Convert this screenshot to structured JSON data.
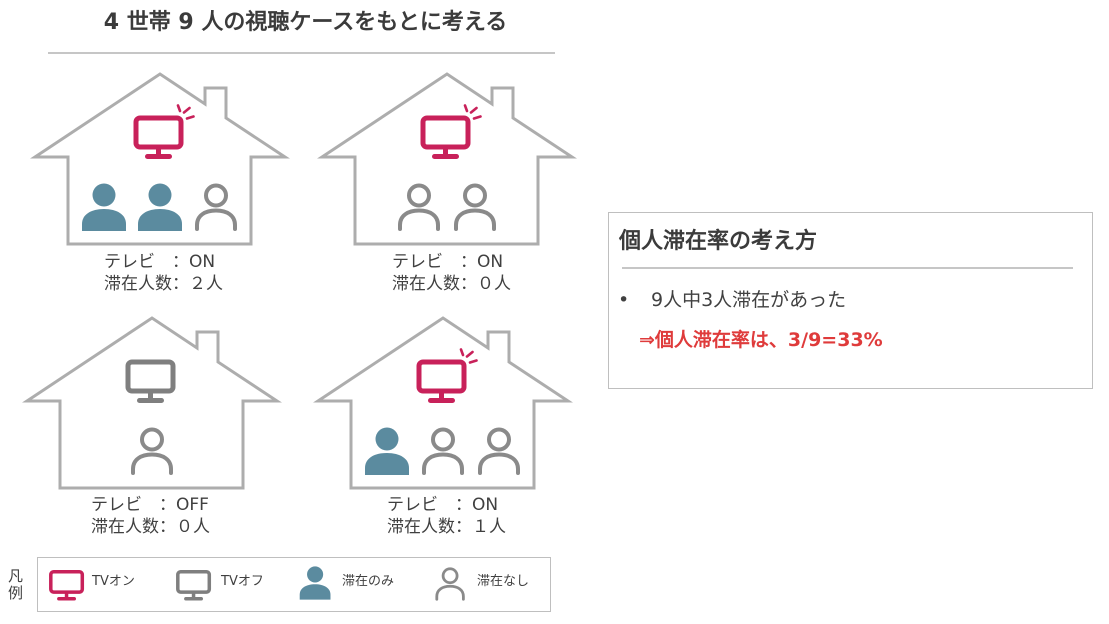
{
  "title": "4 世帯 9 人の視聴ケースをもとに考える",
  "colors": {
    "tv_on": "#c8215a",
    "tv_off": "#7f7f7f",
    "person_present": "#5b8b9f",
    "person_absent": "#8a8a8a",
    "highlight": "#df3b3b"
  },
  "houses": [
    {
      "tv_icon": "tv-on-icon",
      "persons": [
        "person-present-icon",
        "person-present-icon",
        "person-absent-icon"
      ],
      "tv_label": "テレビ　：ON",
      "count_label": "滞在人数：２人"
    },
    {
      "tv_icon": "tv-on-icon",
      "persons": [
        "person-absent-icon",
        "person-absent-icon"
      ],
      "tv_label": "テレビ　：ON",
      "count_label": "滞在人数：０人"
    },
    {
      "tv_icon": "tv-off-icon",
      "persons": [
        "person-absent-icon"
      ],
      "tv_label": "テレビ　：OFF",
      "count_label": "滞在人数：０人"
    },
    {
      "tv_icon": "tv-on-icon",
      "persons": [
        "person-present-icon",
        "person-absent-icon",
        "person-absent-icon"
      ],
      "tv_label": "テレビ　：ON",
      "count_label": "滞在人数：１人"
    }
  ],
  "legend": {
    "title": "凡例",
    "items": [
      {
        "icon": "tv-on-icon",
        "label": "TVオン"
      },
      {
        "icon": "tv-off-icon",
        "label": "TVオフ"
      },
      {
        "icon": "person-present-icon",
        "label": "滞在のみ"
      },
      {
        "icon": "person-absent-icon",
        "label": "滞在なし"
      }
    ]
  },
  "panel": {
    "title": "個人滞在率の考え方",
    "bullet_marker": "•",
    "bullet_text": "9人中3人滞在があった",
    "result": "⇒個人滞在率は、3/9=33%"
  }
}
